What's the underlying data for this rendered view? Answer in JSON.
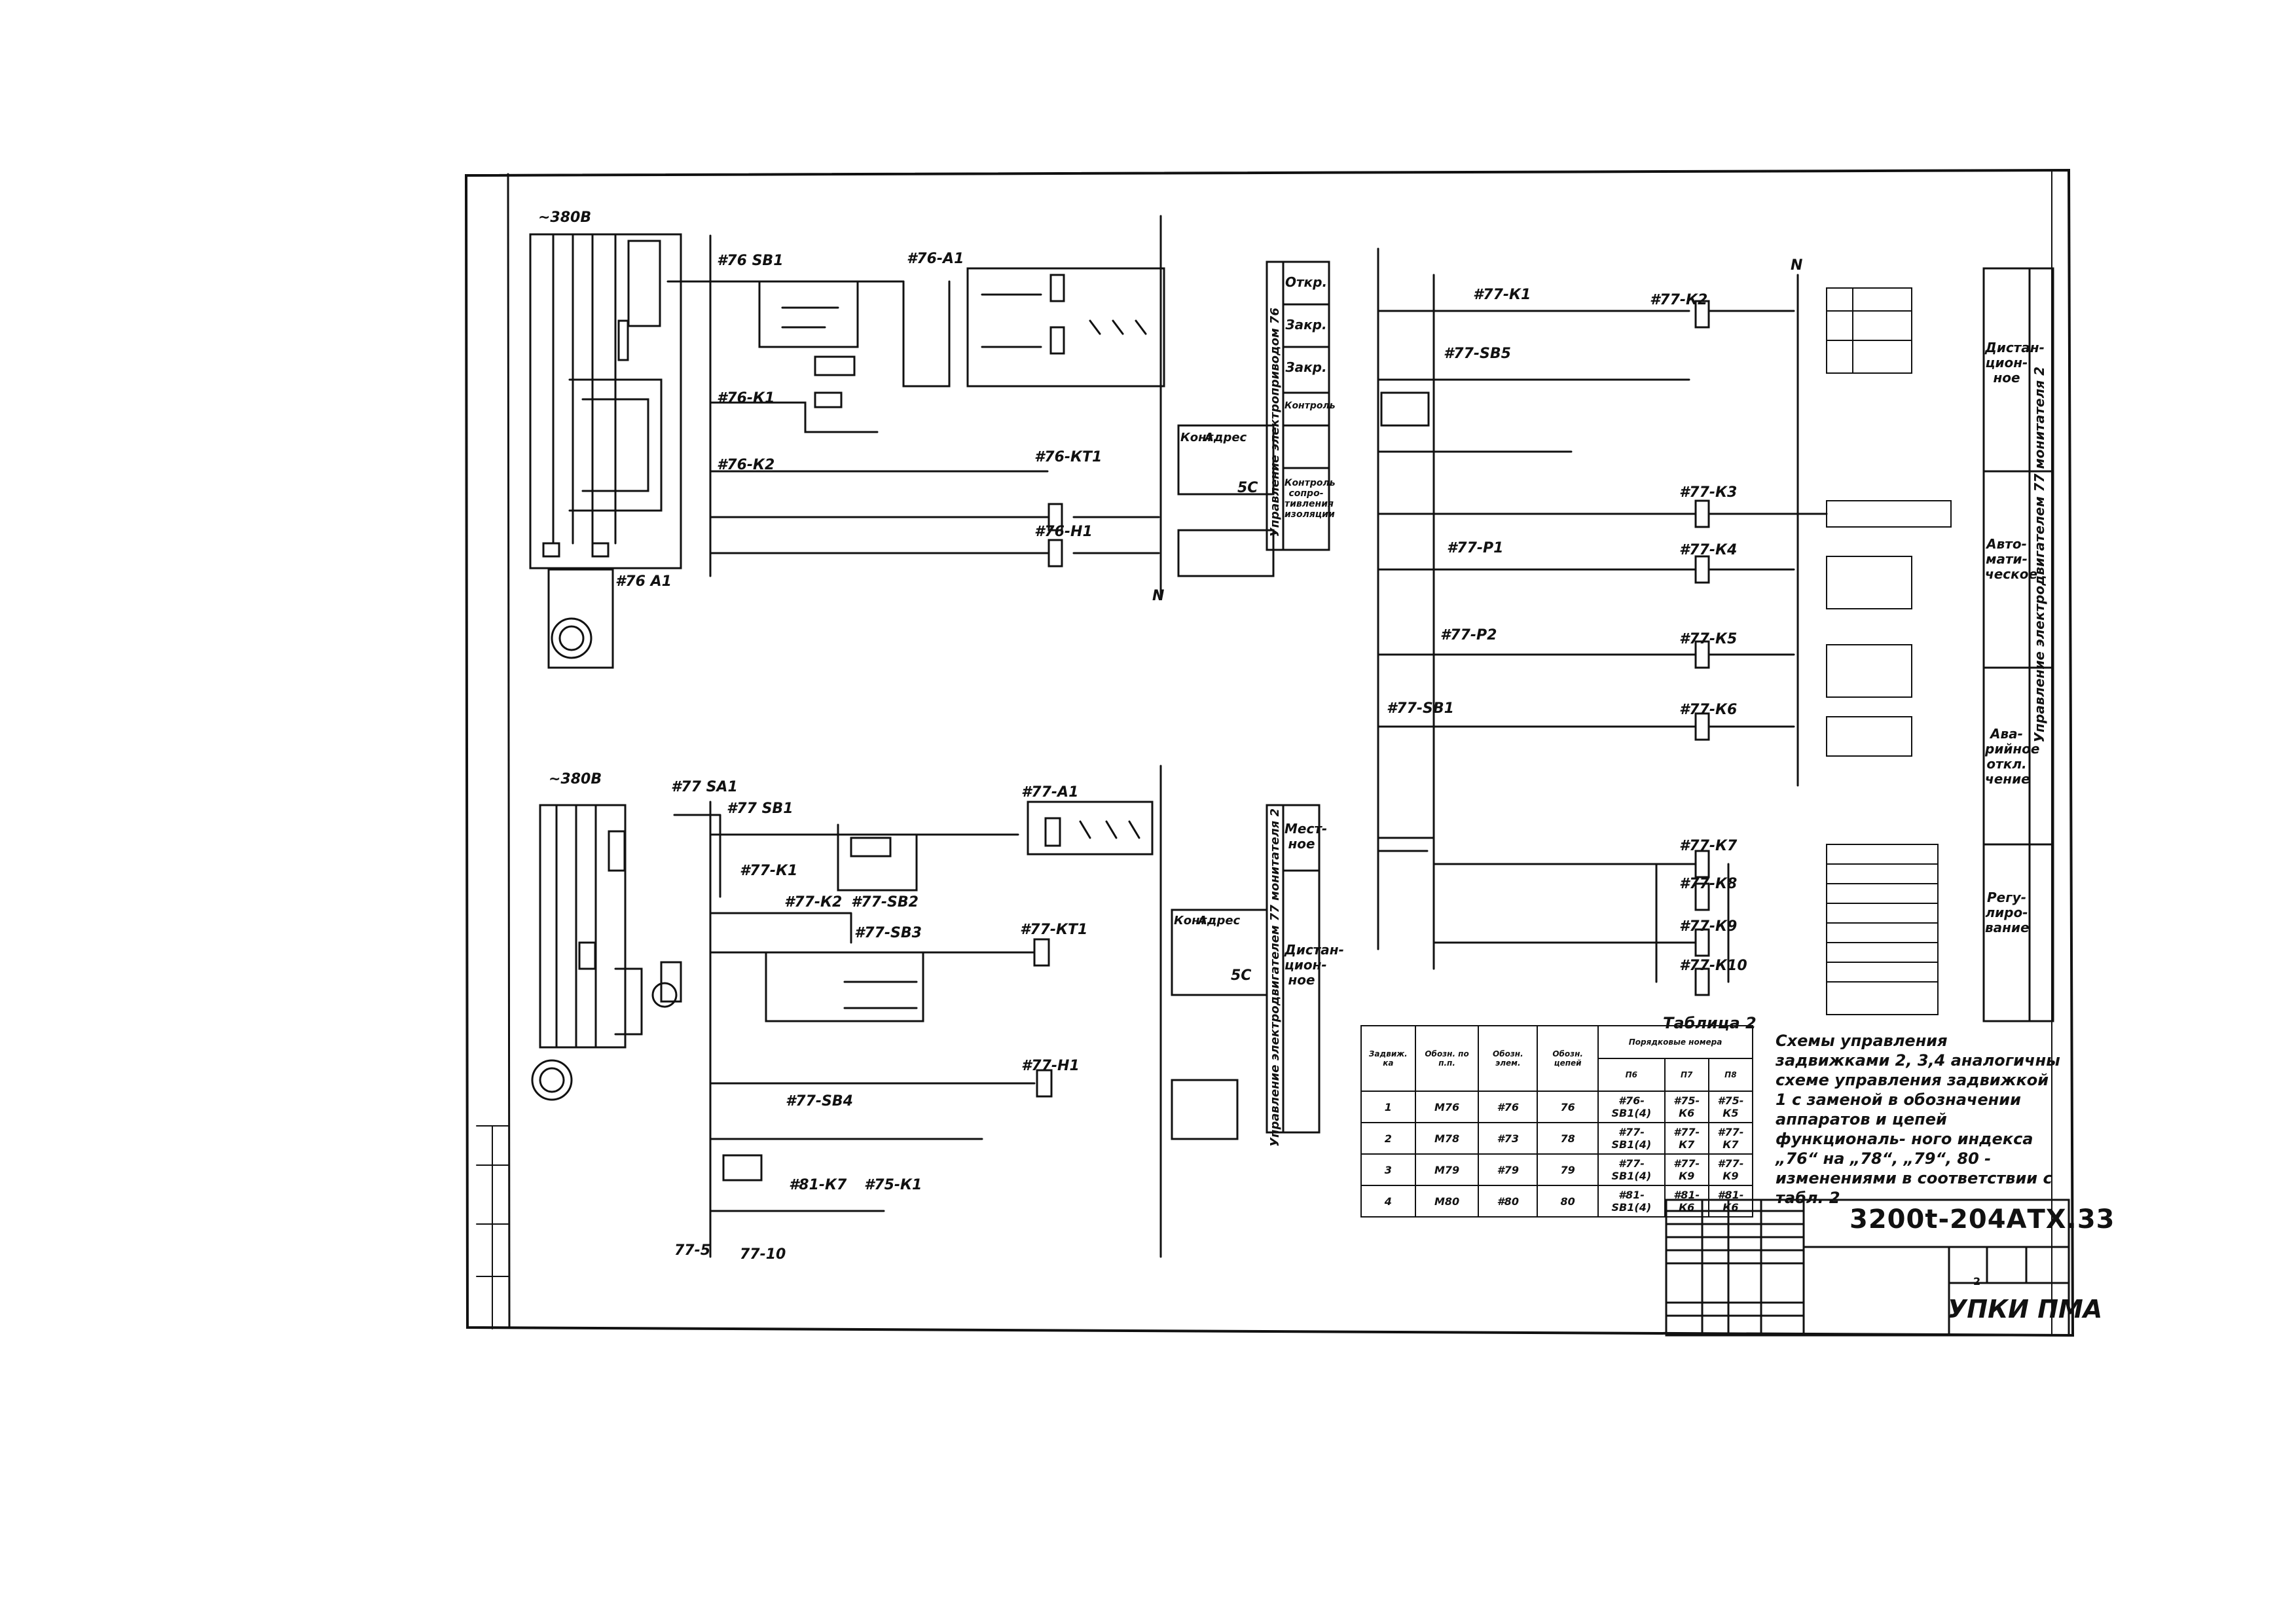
{
  "title_block": {
    "designation": "3200t-204АТХ.33",
    "organization": "УПКИ ПМА",
    "sheet_number": "2"
  },
  "side_panel_right": {
    "vertical_caption": "Управление электродвигателем 77 монитателя 2",
    "boxes": [
      "Дистан- цион- ное",
      "Авто- мати- ческое",
      "Ава- рийное откл. чение",
      "Регу- лиро- вание"
    ]
  },
  "side_panel_mid_top": {
    "vertical_caption": "Управление электроприводом 76",
    "boxes": [
      "Откр.",
      "Закр.",
      "Закр.",
      "Контроль",
      "Контроль сопро- тивления изоляции"
    ]
  },
  "side_panel_mid_bottom": {
    "vertical_caption": "Управление электродвигателем 77 монитателя 2",
    "boxes": [
      "Мест- ное",
      "Дистан- цион- ное"
    ]
  },
  "mini_tables": {
    "headers": [
      "Конт.",
      "Адрес"
    ],
    "codes": [
      "5С",
      "5С"
    ]
  },
  "table2": {
    "title": "Таблица 2",
    "group_header": "Порядковые номера",
    "headers": [
      "Задвиж. ка",
      "Обозн. по п.п.",
      "Обозн. элем.",
      "Обозн. цепей",
      "П6",
      "П7",
      "П8"
    ],
    "rows": [
      [
        "1",
        "М76",
        "#76",
        "76",
        "#76-SB1(4)",
        "#75-К6",
        "#75-К5"
      ],
      [
        "2",
        "М78",
        "#73",
        "78",
        "#77-SB1(4)",
        "#77-К7",
        "#77-К7"
      ],
      [
        "3",
        "М79",
        "#79",
        "79",
        "#77-SB1(4)",
        "#77-К9",
        "#77-К9"
      ],
      [
        "4",
        "М80",
        "#80",
        "80",
        "#81-SB1(4)",
        "#81-К6",
        "#81-К6"
      ]
    ]
  },
  "note": "Схемы управления задвижками 2, 3,4 аналогичны схеме управления задвижкой 1 с заменой в обозначении аппаратов и цепей функциональ- ного индекса „76“ на „78“, „79“, 80 - изменениями в соответствии с табл. 2",
  "component_labels": {
    "top_left": [
      "~380В",
      "#76 А1",
      "#76 SB1",
      "#76-К1",
      "#76-К2",
      "#76-КТ1",
      "#76-Н1",
      "#76-А1",
      "N"
    ],
    "bottom_left": [
      "~380В",
      "#77 SA1",
      "#77 SB1",
      "#77-К1",
      "#77-К2",
      "#77-SB2",
      "#77-SB3",
      "#77-КТ1",
      "#77-Н1",
      "#81-К7",
      "#75-К1",
      "#77-SB4",
      "#77-А1",
      "77-5",
      "77-10"
    ],
    "right": [
      "#77-К1",
      "#77-К2",
      "#77-К3",
      "#77-К4",
      "#77-К5",
      "#77-К6",
      "#77-К7",
      "#77-К8",
      "#77-К9",
      "#77-К10",
      "#77-SB1",
      "#77-SB5",
      "#77-Р1",
      "#77-Р2",
      "N"
    ]
  },
  "colors": {
    "ink": "#111111",
    "paper": "#ffffff"
  }
}
